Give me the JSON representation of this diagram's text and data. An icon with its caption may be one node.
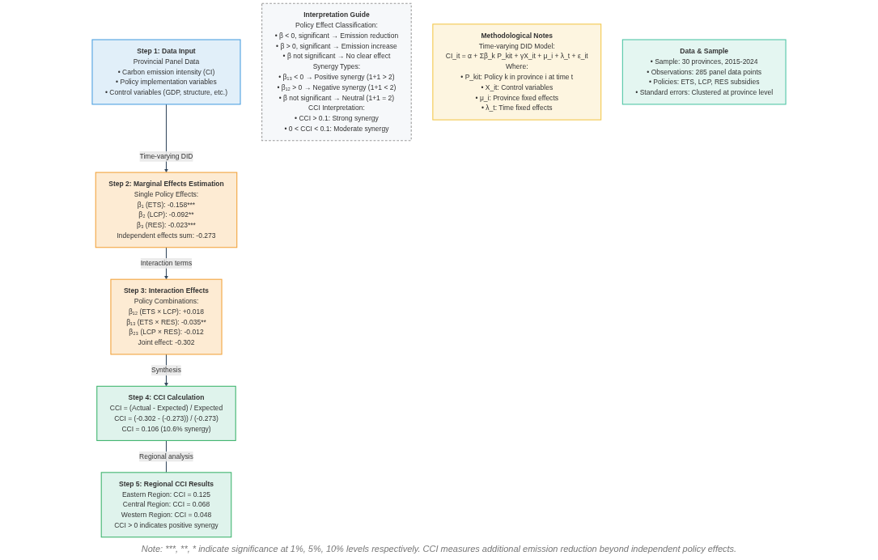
{
  "diagram": {
    "nodes": [
      {
        "text": [
          "Step 1: Data Input",
          "Provincial Panel Data",
          "• Carbon emission intensity (CI)",
          "• Policy implementation variables",
          "• Control variables (GDP, structure, etc.)"
        ]
      },
      {
        "text": [
          "Step 2: Marginal Effects Estimation",
          "Single Policy Effects:",
          "β₁ (ETS): -0.158***",
          "β₂ (LCP): -0.092**",
          "β₃ (RES): -0.023***",
          "Independent effects sum: -0.273"
        ]
      },
      {
        "text": [
          "Step 3: Interaction Effects",
          "Policy Combinations:",
          "β₁₂ (ETS × LCP): +0.018",
          "β₁₃ (ETS × RES): -0.035**",
          "β₂₃ (LCP × RES): -0.012",
          "Joint effect: -0.302"
        ]
      },
      {
        "text": [
          "Step 4: CCI Calculation",
          "CCI = (Actual - Expected) / Expected",
          "CCI = (-0.302 - (-0.273)) / (-0.273)",
          "CCI = 0.106 (10.6% synergy)"
        ]
      },
      {
        "text": [
          "Step 5: Regional CCI Results",
          "Eastern Region: CCI = 0.125",
          "Central Region: CCI = 0.068",
          "Western Region: CCI = 0.048",
          "CCI > 0 indicates positive synergy"
        ]
      },
      {
        "text": [
          "Interpretation Guide",
          "Policy Effect Classification:",
          "• β < 0, significant → Emission reduction",
          "• β > 0, significant → Emission increase",
          "• β not significant → No clear effect",
          "Synergy Types:",
          "• β₁₃ < 0 → Positive synergy (1+1 > 2)",
          "• β₁₂ > 0 → Negative synergy (1+1 < 2)",
          "• β not significant → Neutral (1+1 = 2)",
          "CCI Interpretation:",
          "• CCI > 0.1: Strong synergy",
          "• 0 < CCI < 0.1: Moderate synergy"
        ]
      },
      {
        "text": [
          "Methodological Notes",
          "Time-varying DID Model:",
          "CI_it = α + Σβ_k P_kit + γX_it + μ_i + λ_t + ε_it",
          "Where:",
          "• P_kit: Policy k in province i at time t",
          "• X_it: Control variables",
          "• μ_i: Province fixed effects",
          "• λ_t: Time fixed effects"
        ]
      },
      {
        "text": [
          "Data & Sample",
          "• Sample: 30 provinces, 2015-2024",
          "• Observations: 285 panel data points",
          "• Policies: ETS, LCP, RES subsidies",
          "• Standard errors: Clustered at province level"
        ]
      }
    ],
    "edges": [
      {
        "from": 0,
        "to": 1,
        "arrow": "to",
        "label": "Time-varying DID"
      },
      {
        "from": 1,
        "to": 2,
        "arrow": "to",
        "label": "Interaction terms"
      },
      {
        "from": 2,
        "to": 3,
        "arrow": "to",
        "label": "Synthesis"
      },
      {
        "from": 3,
        "to": 4,
        "arrow": "none",
        "label": "Regional analysis"
      }
    ],
    "labels": [
      "Note: ***, **, * indicate significance at 1%, 5%, 10% levels respectively. CCI measures additional emission reduction beyond independent policy effects."
    ]
  }
}
